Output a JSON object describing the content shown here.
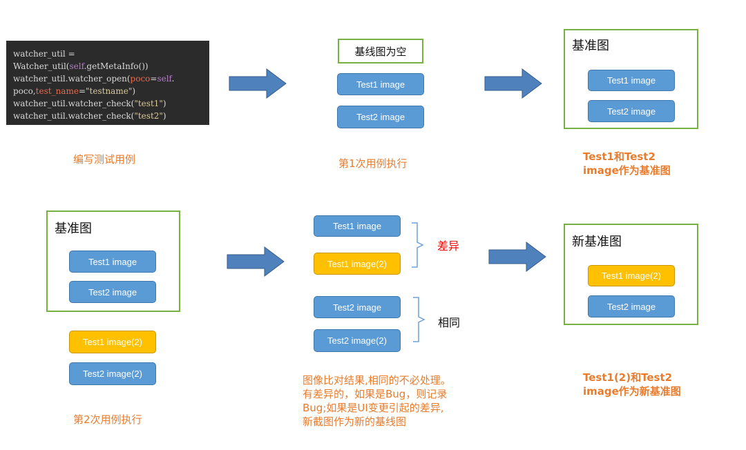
{
  "code": {
    "line1": "watcher_util =",
    "line2_a": "Watcher_util(",
    "line2_self": "self",
    "line2_b": ".getMetaInfo())",
    "line3_a": "watcher_util.watcher_open(",
    "line3_arg": "poco",
    "line3_eq": "=",
    "line3_self": "self",
    "line3_dot": ".",
    "line4_a": "poco,",
    "line4_arg": "test_name",
    "line4_eq": "=",
    "line4_str": "\"testname\"",
    "line4_close": ")",
    "line5_a": "watcher_util.watcher_check(",
    "line5_str": "\"test1\"",
    "line5_close": ")",
    "line6_a": "watcher_util.watcher_check(",
    "line6_str": "\"test2\"",
    "line6_close": ")"
  },
  "step1": {
    "caption": "编写测试用例"
  },
  "step2": {
    "frame_title": "基线图为空",
    "pill1": "Test1 image",
    "pill2": "Test2 image",
    "caption": "第1次用例执行"
  },
  "step3": {
    "frame_title": "基准图",
    "pill1": "Test1 image",
    "pill2": "Test2 image",
    "caption_line1": "Test1和Test2",
    "caption_line2": "image作为基准图"
  },
  "step4": {
    "frame_title": "基准图",
    "pill1": "Test1 image",
    "pill2": "Test2 image",
    "new_pill1": "Test1 image(2)",
    "new_pill2": "Test2 image(2)",
    "caption": "第2次用例执行"
  },
  "step5": {
    "pair1_a": "Test1 image",
    "pair1_b": "Test1 image(2)",
    "diff_label": "差异",
    "pair2_a": "Test2 image",
    "pair2_b": "Test2 image(2)",
    "same_label": "相同",
    "caption_line1": "图像比对结果,相同的不必处理。",
    "caption_line2": "有差异的，如果是Bug，则记录",
    "caption_line3": "Bug;如果是UI变更引起的差异,",
    "caption_line4": "新截图作为新的基线图"
  },
  "step6": {
    "frame_title": "新基准图",
    "pill1": "Test1 image(2)",
    "pill2": "Test2 image",
    "caption_line1": "Test1(2)和Test2",
    "caption_line2": "image作为新基准图"
  },
  "colors": {
    "frame_border": "#77b043",
    "pill_blue": "#5b9bd5",
    "pill_gold": "#ffc000",
    "arrow_fill": "#4f81bd",
    "caption_orange": "#e97c2c",
    "diff_red": "#ff0000",
    "brace_blue": "#6fa0d8"
  }
}
